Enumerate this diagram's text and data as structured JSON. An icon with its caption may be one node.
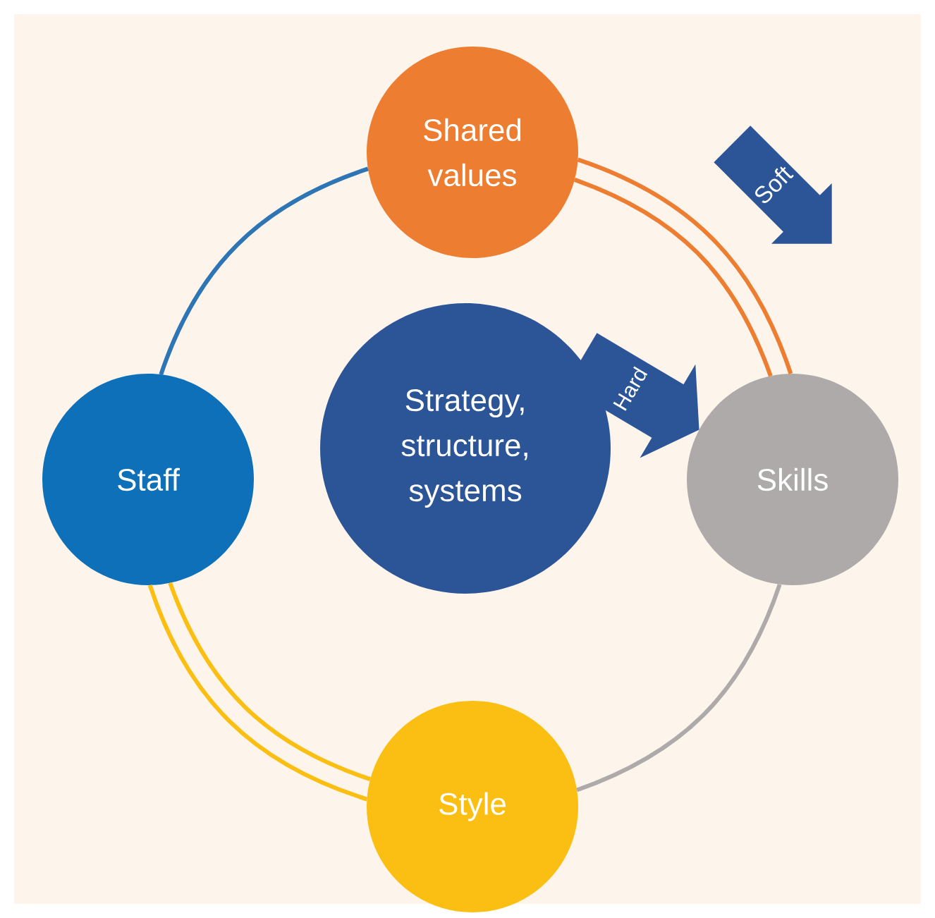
{
  "diagram": {
    "nodes": [
      {
        "text": [
          "Shared values"
        ]
      },
      {
        "text": [
          "Staff"
        ]
      },
      {
        "text": [
          "Strategy, structure, systems"
        ]
      },
      {
        "text": [
          "Skills"
        ]
      },
      {
        "text": [
          "Style"
        ]
      },
      {
        "text": [
          "Soft"
        ]
      }
    ],
    "edges": [
      {
        "from": 0,
        "to": 1,
        "arrow": "none",
        "color": "#2e75b6"
      },
      {
        "from": 0,
        "to": 3,
        "arrow": "none",
        "color": "#ed7d31"
      },
      {
        "from": 0,
        "to": 3,
        "arrow": "none",
        "color": "#ed7d31"
      },
      {
        "from": 3,
        "to": 4,
        "arrow": "none",
        "color": "#aeaaaa"
      },
      {
        "from": 1,
        "to": 4,
        "arrow": "none",
        "color": "#fbbf14"
      },
      {
        "from": 1,
        "to": 4,
        "arrow": "none",
        "color": "#fbbf14"
      },
      {
        "from": 2,
        "to": 3,
        "arrow": "to",
        "label": "Hard",
        "style": "thick",
        "color": "#2b5597"
      }
    ]
  }
}
